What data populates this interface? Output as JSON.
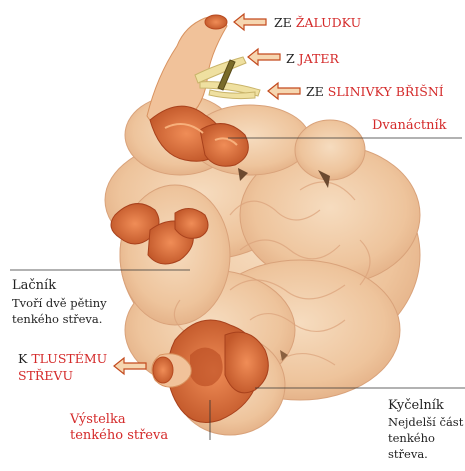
{
  "colors": {
    "intestine_light": "#f2cda6",
    "intestine_mid": "#e6b48b",
    "cut_outer": "#e87a44",
    "cut_inner": "#b84a20",
    "label_red": "#d42a2a",
    "arrow_fill": "#f6d6b0",
    "arrow_stroke": "#c34a1e",
    "duct_fill": "#efe0a0"
  },
  "labels": {
    "from_stomach_prefix": "ZE",
    "from_stomach_name": "ŽALUDKU",
    "from_liver_prefix": "Z",
    "from_liver_name": "JATER",
    "from_pancreas_prefix": "ZE",
    "from_pancreas_name": "SLINIVKY BŘIŠNÍ",
    "duodenum": "Dvanáctník",
    "jejunum_title": "Lačník",
    "jejunum_desc_1": "Tvoří dvě pětiny",
    "jejunum_desc_2": "tenkého střeva.",
    "to_colon_prefix": "K",
    "to_colon_name_1": "TLUSTÉMU",
    "to_colon_name_2": "STŘEVU",
    "lining_1": "Výstelka",
    "lining_2": "tenkého střeva",
    "ileum_title": "Kyčelník",
    "ileum_desc_1": "Nejdelší část",
    "ileum_desc_2": "tenkého",
    "ileum_desc_3": "střeva."
  }
}
